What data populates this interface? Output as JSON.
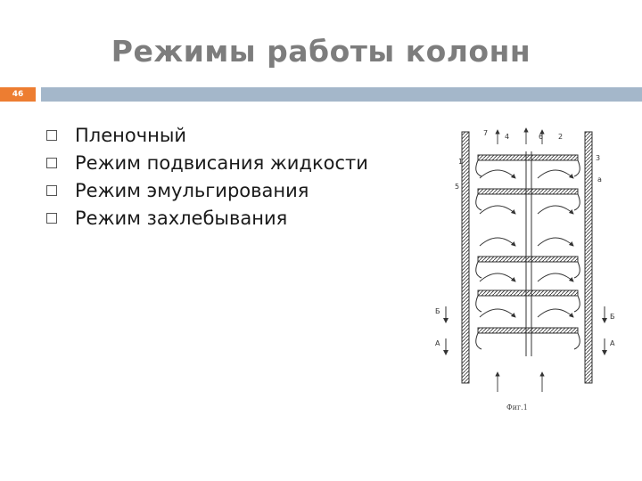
{
  "slide": {
    "title": "Режимы работы колонн",
    "number": "46",
    "accent_color": "#ed7d31",
    "band_color": "#a4b7ca"
  },
  "bullets": [
    {
      "text": "Пленочный",
      "icon": "checkbox-bullet-icon"
    },
    {
      "text": "Режим подвисания жидкости",
      "icon": "checkbox-bullet-icon"
    },
    {
      "text": "Режим эмульгирования",
      "icon": "checkbox-bullet-icon"
    },
    {
      "text": "Режим захлебывания",
      "icon": "checkbox-bullet-icon"
    }
  ],
  "figure": {
    "labels": {
      "l1": "1",
      "l2": "2",
      "l3": "3",
      "l4": "4",
      "l5": "5",
      "l6": "6",
      "l7": "7",
      "la": "а",
      "b_left": "Б",
      "b_right": "Б",
      "a_left": "А",
      "a_right": "А"
    },
    "caption": "Фиг.1"
  }
}
